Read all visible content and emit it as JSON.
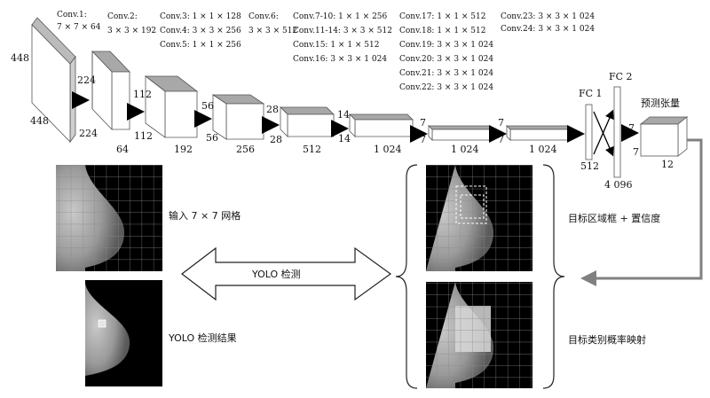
{
  "conv_labels": {
    "c1a": "Conv.1:",
    "c1b": "7 × 7 × 64",
    "c2a": "Conv.2:",
    "c2b": "3 × 3 × 192",
    "c3": "Conv.3:  1 × 1 × 128",
    "c4": "Conv.4:  3 × 3 × 256",
    "c5": "Conv.5:  1 × 1 × 256",
    "c6a": "Conv.6:",
    "c6b": "3 × 3 × 512",
    "c7": "Conv.7-10:  1 × 1 × 256",
    "c11": "Conv.11-14:  3 × 3 × 512",
    "c15": "Conv.15:  1 × 1 × 512",
    "c16": "Conv.16:  3 × 3 × 1 024",
    "c17": "Conv.17:  1 × 1 × 512",
    "c18": "Conv.18:  1 × 1 × 512",
    "c19": "Conv.19:  3 × 3 × 1 024",
    "c20": "Conv.20:  3 × 3 × 1 024",
    "c21": "Conv.21:  3 × 3 × 1 024",
    "c22": "Conv.22:  3 × 3 × 1 024",
    "c23": "Conv.23:  3 × 3 × 1 024",
    "c24": "Conv.24:  3 × 3 × 1 024"
  },
  "dims": {
    "in_h": "448",
    "in_w": "448",
    "b1_h": "224",
    "b1_w": "224",
    "b1_d": "64",
    "b2_h": "112",
    "b2_w": "112",
    "b2_d": "192",
    "b3_h": "56",
    "b3_w": "56",
    "b3_d": "256",
    "b4_h": "28",
    "b4_w": "28",
    "b4_d": "512",
    "b5_h": "14",
    "b5_w": "14",
    "b5_d": "1 024",
    "b6_h": "7",
    "b6_w": "7",
    "b6_d": "1 024",
    "b7_h": "7",
    "b7_w": "7",
    "b7_d": "1 024",
    "fc1": "FC 1",
    "fc1_n": "512",
    "fc2": "FC 2",
    "fc2_n": "4 096",
    "out_title": "预测张量",
    "out_h": "7",
    "out_w": "7",
    "out_d": "12"
  },
  "bottom": {
    "grid_label": "输入 7 × 7 网格",
    "result_label": "YOLO 检测结果",
    "yolo_label": "YOLO 检测",
    "box_label": "目标区域框 + 置信度",
    "prob_label": "目标类别概率映射"
  },
  "colors": {
    "block_top": "#a8a8a8",
    "block_edge": "#555555",
    "feedback_arrow": "#808080"
  }
}
